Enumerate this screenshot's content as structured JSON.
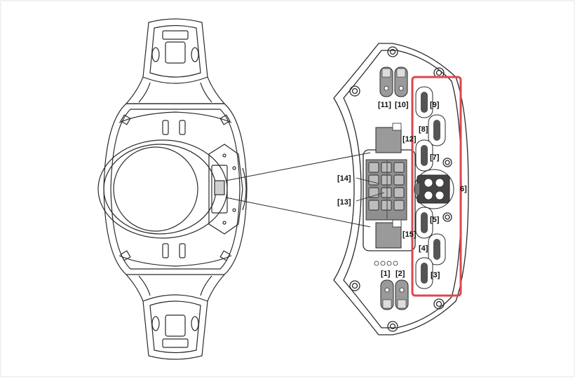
{
  "colors": {
    "line": "#2a2a2a",
    "fill_gray": "#9a9a9a",
    "fill_dark": "#555555",
    "highlight": "#e0464d",
    "background": "#ffffff"
  },
  "labels": {
    "p1": "[1]",
    "p2": "[2]",
    "p3": "[3]",
    "p4": "[4]",
    "p5": "[5]",
    "p6": "6]",
    "p7": "[7]",
    "p8": "[8]",
    "p9": "[9]",
    "p10": "[10]",
    "p11": "[11]",
    "p12": "[12]",
    "p13": "[13]",
    "p14": "[14]",
    "p15": "[15]"
  }
}
